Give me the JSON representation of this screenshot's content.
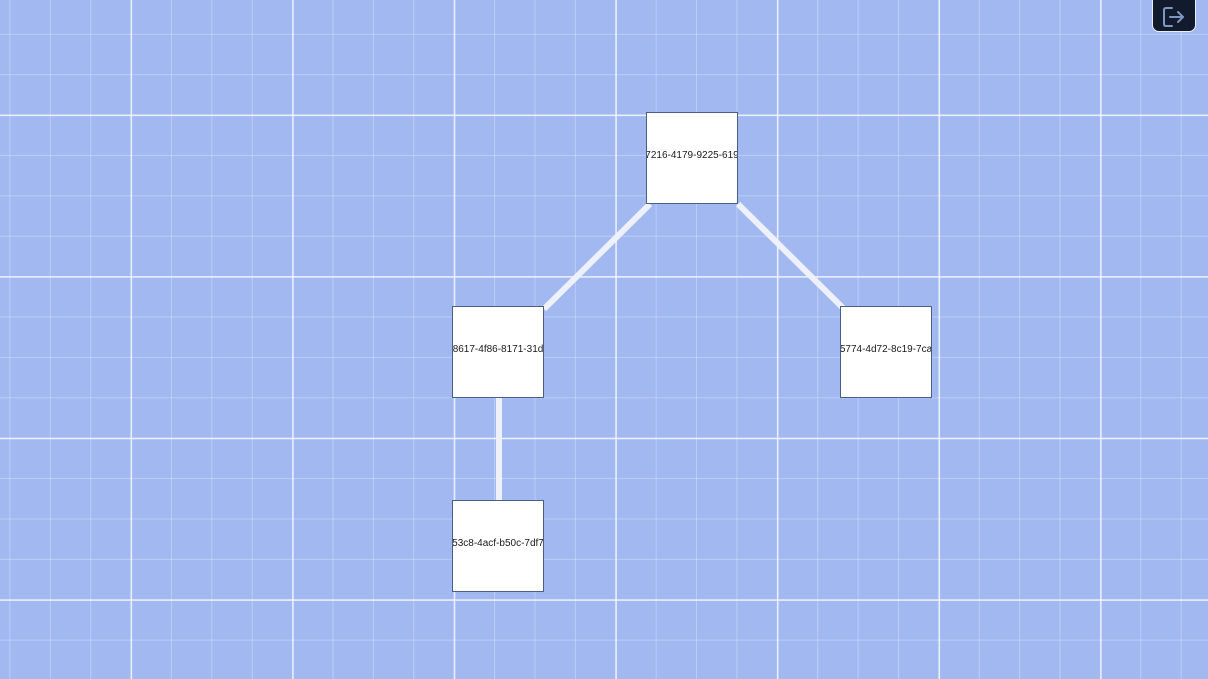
{
  "diagram": {
    "nodes": [
      {
        "id": "n1",
        "label": "7216-4179-9225-619"
      },
      {
        "id": "n2",
        "label": "8617-4f86-8171-31d"
      },
      {
        "id": "n3",
        "label": "5774-4d72-8c19-7ca"
      },
      {
        "id": "n4",
        "label": "53c8-4acf-b50c-7df7"
      }
    ],
    "edges": [
      {
        "from": "n1",
        "to": "n2"
      },
      {
        "from": "n1",
        "to": "n3"
      },
      {
        "from": "n2",
        "to": "n4"
      }
    ]
  },
  "toolbar": {
    "logout_icon": "logout-icon"
  },
  "colors": {
    "canvas_background": "#a2b8f1",
    "edge": "#eef1fb",
    "node_fill": "#ffffff",
    "node_border": "#4a5f86",
    "button_background": "#121b2e"
  }
}
